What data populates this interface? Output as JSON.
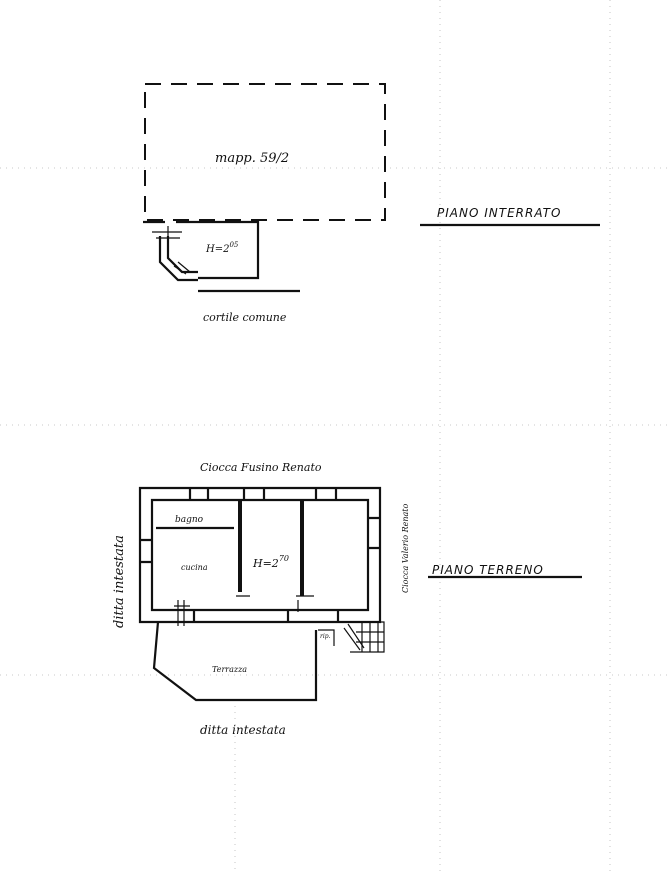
{
  "basement": {
    "parcel_label": "mapp. 59/2",
    "height_label": "H=2",
    "height_sup": "05",
    "courtyard_label": "cortile comune",
    "title": "PIANO   INTERRATO"
  },
  "ground": {
    "north_label": "Ciocca Fusino  Renato",
    "east_label": "Ciocca Valerio Renato",
    "west_label": "ditta  intestata",
    "south_label": "ditta   intestata",
    "bath_label": "bagno",
    "kitchen_label": "cucina",
    "height_label": "H=2",
    "height_sup": "70",
    "terrace_label": "Terrazza",
    "small_label": "rip.",
    "title": "PIANO  TERRENO"
  }
}
